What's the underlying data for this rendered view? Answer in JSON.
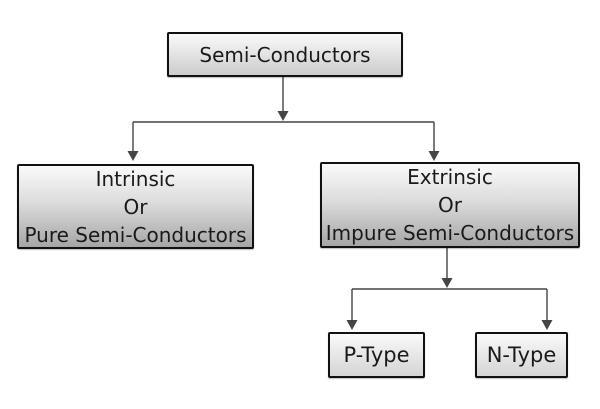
{
  "diagram": {
    "nodes": {
      "root": {
        "label": "Semi-Conductors"
      },
      "intrinsic": {
        "label": "Intrinsic\nOr\nPure Semi-Conductors"
      },
      "extrinsic": {
        "label": "Extrinsic\nOr\nImpure Semi-Conductors"
      },
      "p_type": {
        "label": "P-Type"
      },
      "n_type": {
        "label": "N-Type"
      }
    },
    "edges": [
      {
        "from": "root",
        "to": "intrinsic"
      },
      {
        "from": "root",
        "to": "extrinsic"
      },
      {
        "from": "extrinsic",
        "to": "p_type"
      },
      {
        "from": "extrinsic",
        "to": "n_type"
      }
    ],
    "colors": {
      "background": "#ffffff",
      "box_border": "#111111",
      "text": "#1a1a1a",
      "connector": "#454545",
      "grad_light": "#fafafa",
      "grad_dark_top": "#cccccc",
      "grad_dark_large": "#a6a6a6",
      "grad_dark_small": "#d4d4d4"
    }
  }
}
